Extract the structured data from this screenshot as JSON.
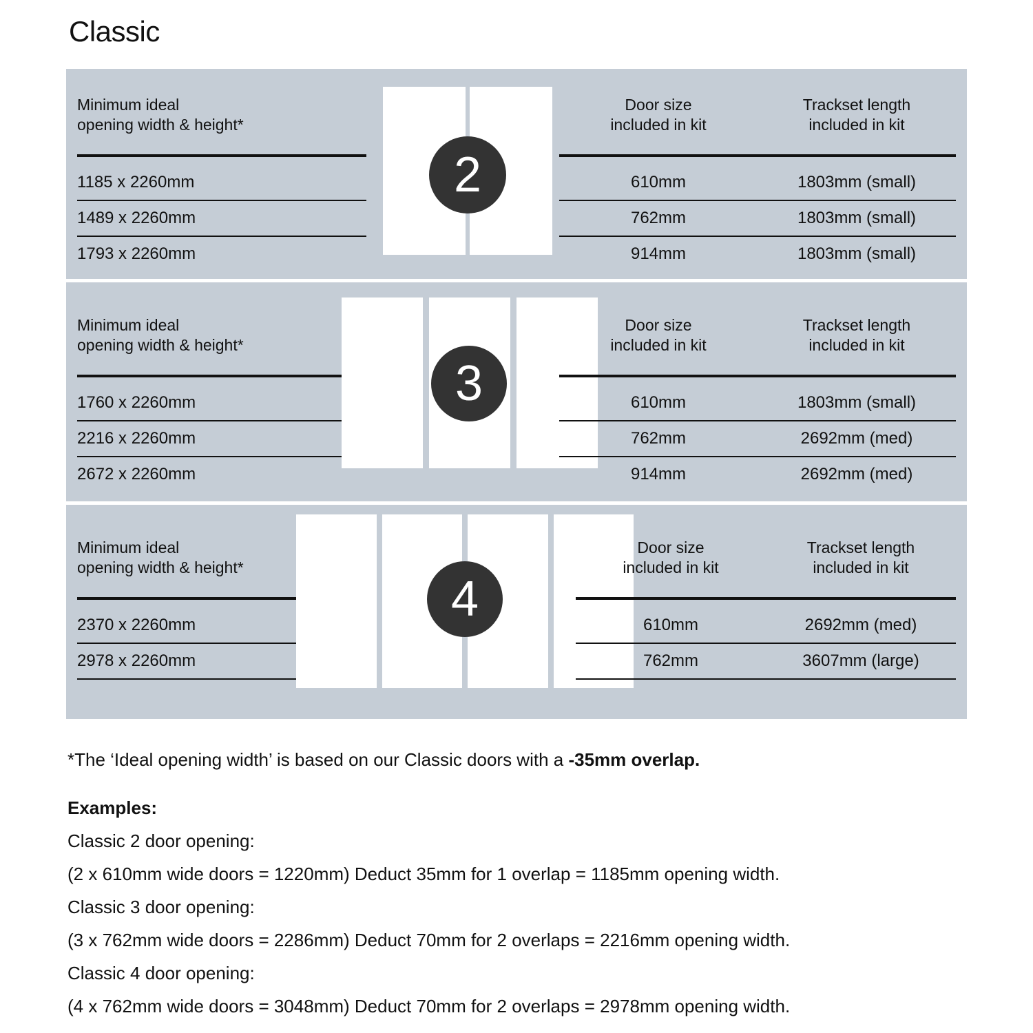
{
  "title": "Classic",
  "headers": {
    "opening": "Minimum ideal\nopening width & height*",
    "door_size": "Door size\nincluded in kit",
    "trackset": "Trackset length\nincluded in kit"
  },
  "sections": [
    {
      "badge": "2",
      "doors": 2,
      "rows": [
        {
          "opening": "1185 x 2260mm",
          "door_size": "610mm",
          "trackset": "1803mm (small)"
        },
        {
          "opening": "1489 x 2260mm",
          "door_size": "762mm",
          "trackset": "1803mm (small)"
        },
        {
          "opening": "1793 x 2260mm",
          "door_size": "914mm",
          "trackset": "1803mm (small)"
        }
      ]
    },
    {
      "badge": "3",
      "doors": 3,
      "rows": [
        {
          "opening": "1760 x 2260mm",
          "door_size": "610mm",
          "trackset": "1803mm (small)"
        },
        {
          "opening": "2216 x 2260mm",
          "door_size": "762mm",
          "trackset": "2692mm (med)"
        },
        {
          "opening": "2672 x 2260mm",
          "door_size": "914mm",
          "trackset": "2692mm (med)"
        }
      ]
    },
    {
      "badge": "4",
      "doors": 4,
      "rows": [
        {
          "opening": "2370 x 2260mm",
          "door_size": "610mm",
          "trackset": "2692mm (med)"
        },
        {
          "opening": "2978 x 2260mm",
          "door_size": "762mm",
          "trackset": "3607mm (large)"
        }
      ]
    }
  ],
  "footnote": {
    "normal": "*The ‘Ideal opening width’ is based on our Classic doors with a ",
    "bold": "-35mm overlap."
  },
  "examples": {
    "heading": "Examples:",
    "lines": [
      "Classic 2 door opening:",
      "(2 x 610mm wide doors = 1220mm)  Deduct 35mm for 1 overlap = 1185mm opening width.",
      "Classic 3 door opening:",
      "(3 x 762mm wide doors = 2286mm)  Deduct 70mm for 2 overlaps = 2216mm opening width.",
      "Classic 4 door opening:",
      "(4 x 762mm wide doors = 3048mm)  Deduct 70mm for 2 overlaps = 2978mm opening width."
    ]
  },
  "colors": {
    "card_bg": "#c5cdd6",
    "badge_bg": "#333333",
    "door_fill": "#ffffff",
    "rule": "#111111"
  }
}
